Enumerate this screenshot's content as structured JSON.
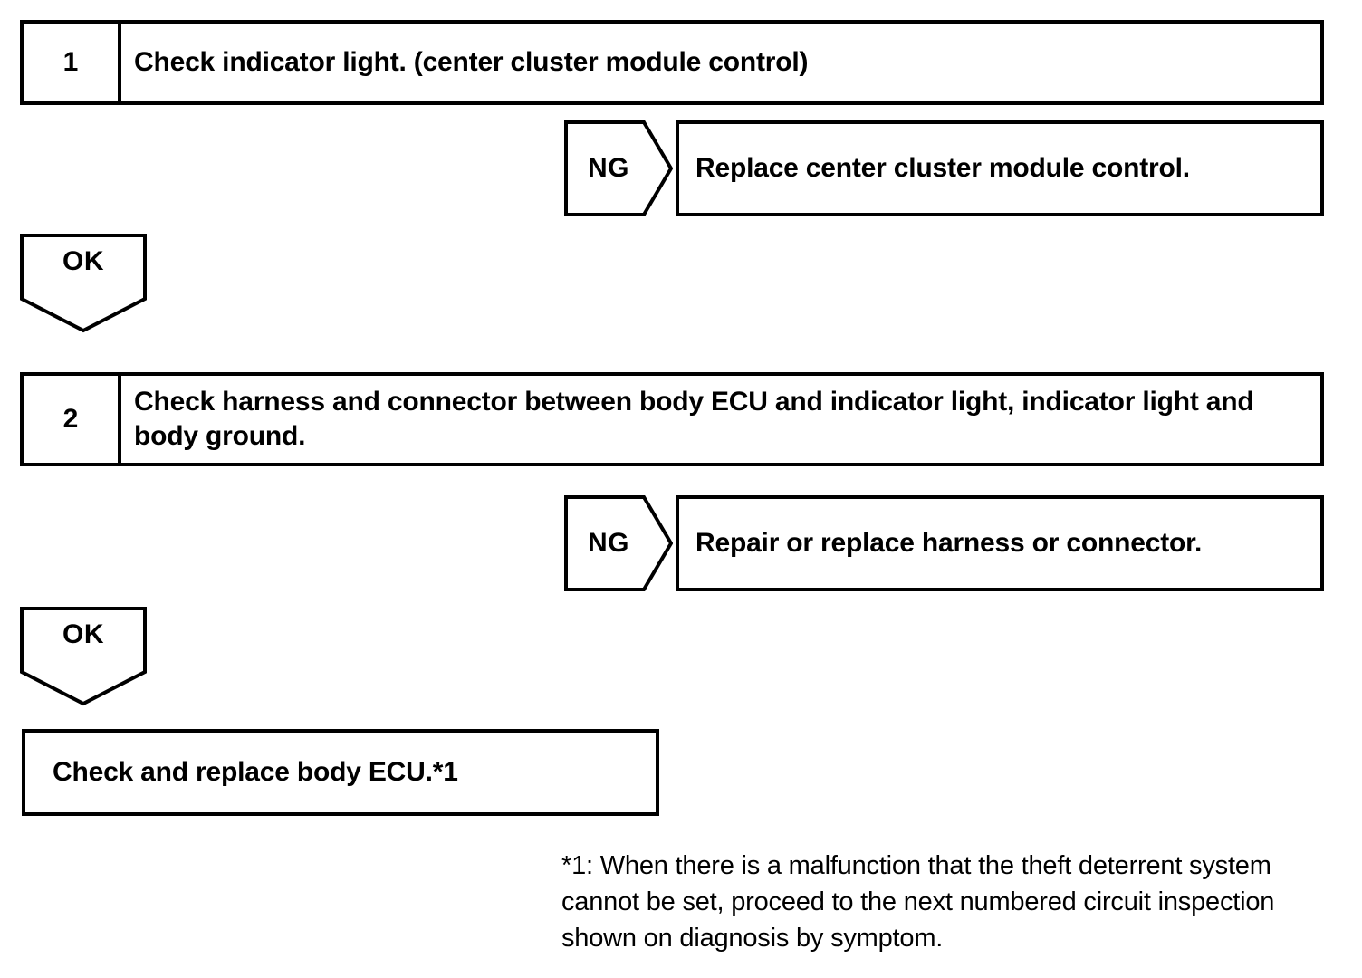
{
  "document": {
    "type": "troubleshooting-flowchart",
    "background_color": "#ffffff",
    "line_color": "#000000"
  },
  "steps": [
    {
      "number": "1",
      "text": "Check indicator light. (center cluster module control)"
    },
    {
      "number": "2",
      "text": "Check harness and connector between body ECU and indicator light, indicator light and body ground."
    }
  ],
  "branches": [
    {
      "label": "NG",
      "action": "Replace center cluster module control."
    },
    {
      "label": "NG",
      "action": "Repair or replace harness or connector."
    }
  ],
  "ok_connectors": [
    {
      "label": "OK"
    },
    {
      "label": "OK"
    }
  ],
  "final_box": {
    "text": "Check and replace body ECU.*1"
  },
  "footnote": {
    "text": "*1: When there is a malfunction that the theft deterrent system\ncannot be set, proceed to the next numbered circuit inspection\nshown on diagnosis by symptom."
  }
}
